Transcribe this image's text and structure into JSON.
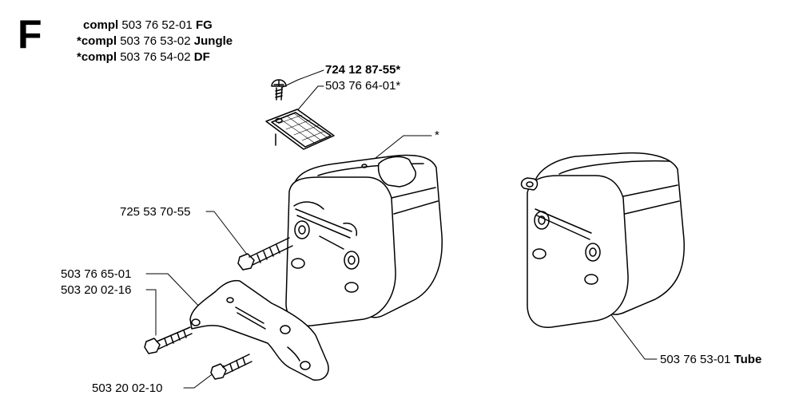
{
  "section": "F",
  "compl_rows": [
    {
      "prefix": "compl",
      "number": "503 76 52-01",
      "suffix": "FG"
    },
    {
      "prefix": "*compl",
      "number": "503 76 53-02",
      "suffix": "Jungle"
    },
    {
      "prefix": "*compl",
      "number": "503 76 54-02",
      "suffix": "DF"
    }
  ],
  "parts": {
    "screw_top": "724 12 87-55*",
    "screen": "503 76 64-01*",
    "star_marker": "*",
    "screw_bolt": "725 53 70-55",
    "bracket": "503 76 65-01",
    "bolt_left": "503 20 02-16",
    "bolt_bottom": "503 20 02-10",
    "muffler_tube_number": "503 76 53-01",
    "muffler_tube_suffix": "Tube"
  }
}
